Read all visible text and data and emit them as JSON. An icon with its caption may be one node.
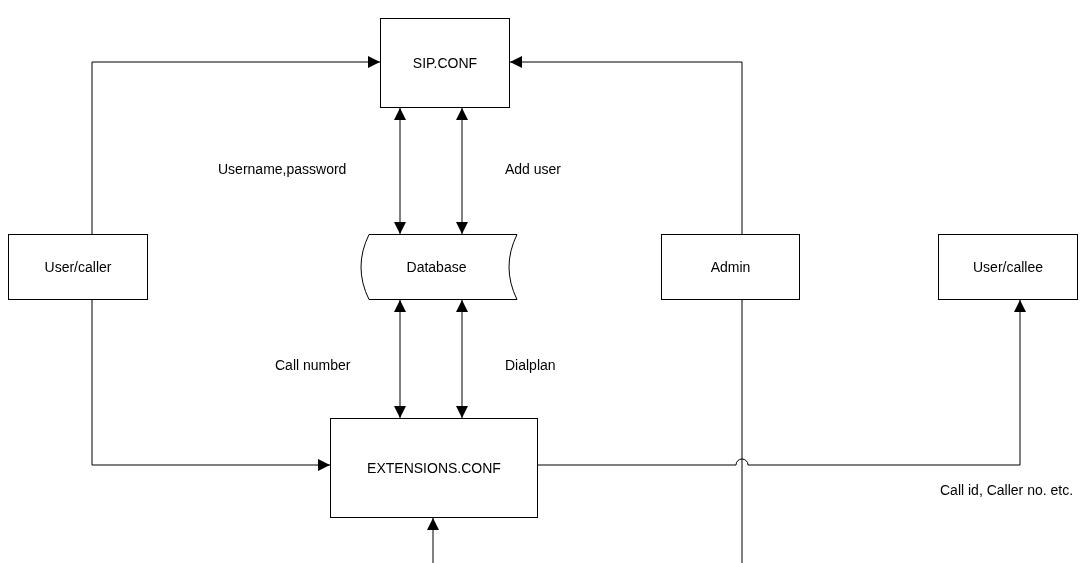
{
  "diagram": {
    "nodes": [
      {
        "text": [
          "SIP.CONF"
        ]
      },
      {
        "text": [
          "User/caller"
        ]
      },
      {
        "text": [
          "Database"
        ]
      },
      {
        "text": [
          "Admin"
        ]
      },
      {
        "text": [
          "User/callee"
        ]
      },
      {
        "text": [
          "EXTENSIONS.CONF"
        ]
      }
    ],
    "edges": [
      {
        "from": 1,
        "to": 0,
        "arrow": "to"
      },
      {
        "from": 3,
        "to": 0,
        "arrow": "to"
      },
      {
        "from": 0,
        "to": 2,
        "arrow": "both",
        "label": "Username,password"
      },
      {
        "from": 0,
        "to": 2,
        "arrow": "both",
        "label": "Add user"
      },
      {
        "from": 2,
        "to": 5,
        "arrow": "both",
        "label": "Call number"
      },
      {
        "from": 2,
        "to": 5,
        "arrow": "both",
        "label": "Dialplan"
      },
      {
        "from": 1,
        "to": 5,
        "arrow": "to"
      },
      {
        "from": 5,
        "to": 4,
        "arrow": "to",
        "label": "Call id, Caller no. etc."
      },
      {
        "from": 3,
        "to": 5,
        "arrow": "to"
      }
    ]
  }
}
